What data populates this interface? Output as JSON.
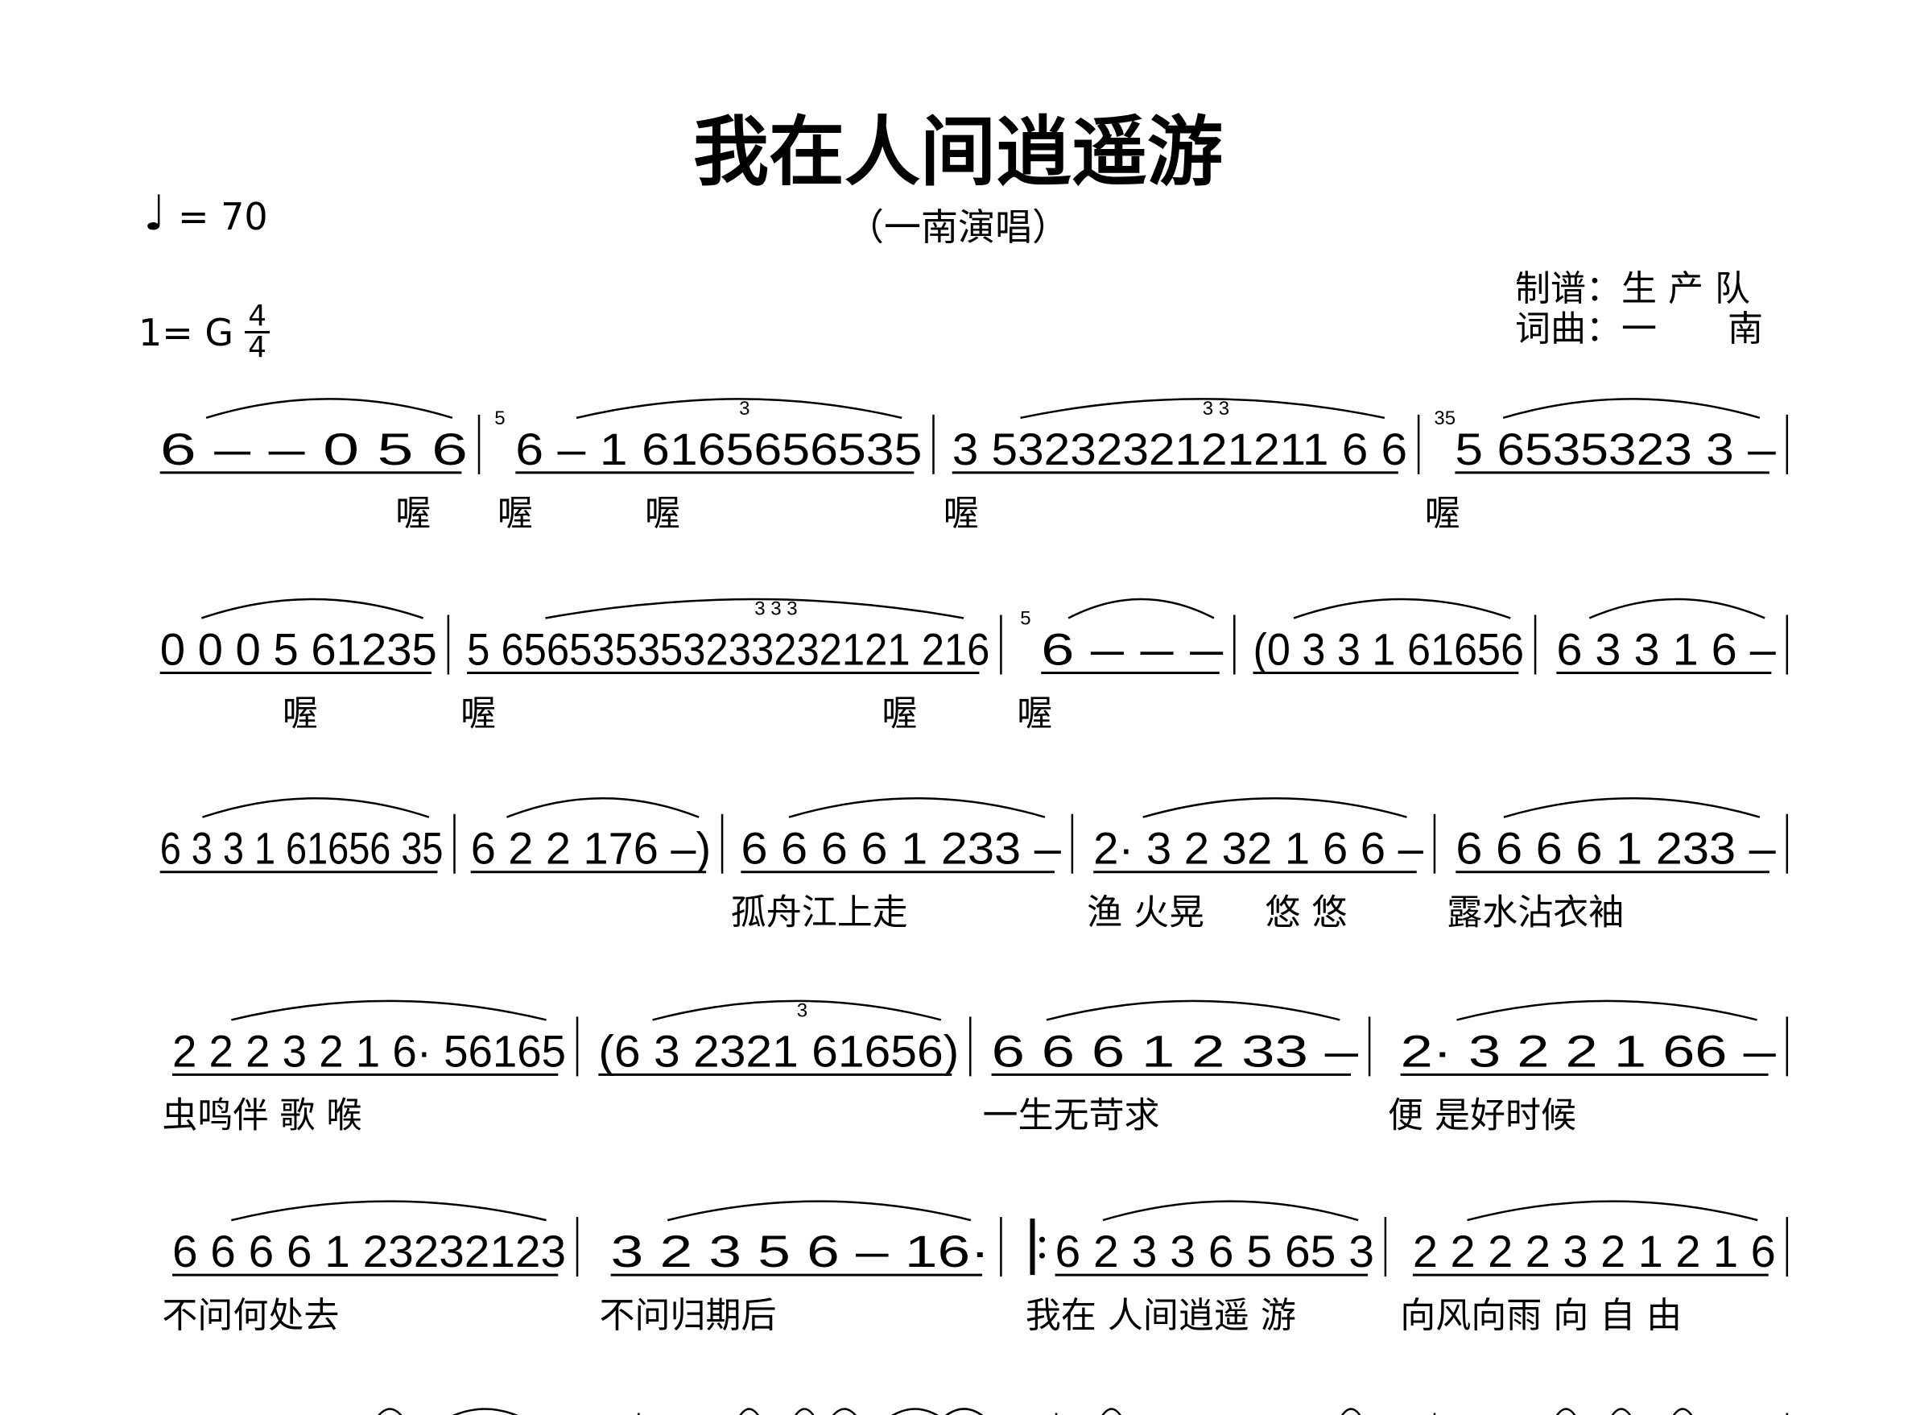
{
  "title": "我在人间逍遥游",
  "subtitle": "（一南演唱）",
  "tempo": {
    "symbol": "♩",
    "text": "= 70"
  },
  "key": {
    "text": "1= G",
    "time_top": "4",
    "time_bottom": "4"
  },
  "credits": {
    "arranger": "制谱：生 产 队",
    "composer": "词曲：一　　南"
  },
  "rows": [
    {
      "measures": [
        {
          "notes": "6 – – 0 5 6",
          "lyrics": [
            "喔"
          ]
        },
        {
          "grace": "5",
          "notes": "6 – 1 6165656535",
          "tuplet": "3",
          "lyrics": [
            "喔",
            "喔"
          ]
        },
        {
          "notes": "3 5323232121211 6 6",
          "tuplet": "3  3",
          "lyrics": [
            "喔"
          ]
        },
        {
          "grace": "35",
          "notes": "5 6535323 3 –",
          "lyrics": [
            "喔"
          ]
        }
      ]
    },
    {
      "measures": [
        {
          "notes": "0 0 0 5 61235",
          "lyrics": [
            "喔"
          ]
        },
        {
          "notes": "5 656535353233232121 216",
          "tuplet": "3  3  3",
          "lyrics": [
            "喔",
            "喔"
          ]
        },
        {
          "grace": "5",
          "notes": "6 – – –",
          "lyrics": [
            "喔"
          ]
        },
        {
          "notes": "(0 3 3 1 61656",
          "lyrics": []
        },
        {
          "notes": "6 3 3 1 6 –",
          "lyrics": []
        }
      ]
    },
    {
      "measures": [
        {
          "notes": "6 3 3 1 61656 35",
          "lyrics": []
        },
        {
          "notes": "6 2 2 176 –)",
          "lyrics": []
        },
        {
          "notes": "6 6 6 6 1 233 –",
          "lyrics": [
            "孤舟江上走"
          ]
        },
        {
          "notes": "2· 3 2 32 1 6 6 –",
          "lyrics": [
            "渔 火晃",
            "悠 悠"
          ]
        },
        {
          "notes": "6 6 6 6 1 233 –",
          "lyrics": [
            "露水沾衣袖"
          ]
        }
      ]
    },
    {
      "measures": [
        {
          "notes": "2 2 2 3 2 1 6· 56165",
          "lyrics": [
            "虫鸣伴 歌 喉"
          ]
        },
        {
          "notes": "(6 3 2321 61656)",
          "tuplet": "3",
          "lyrics": []
        },
        {
          "notes": "6 6 6 1 2 33 –",
          "lyrics": [
            "一生无苛求"
          ]
        },
        {
          "notes": "2· 3 2 2 1 66 –",
          "lyrics": [
            "便 是好时候"
          ]
        }
      ]
    },
    {
      "measures": [
        {
          "notes": "6 6 6 6 1 23232123",
          "lyrics": [
            "不问何处去"
          ]
        },
        {
          "notes": "3 2 3 5 6 – 16·",
          "lyrics": [
            "不问归期后"
          ]
        },
        {
          "notes": "6 2 3 3 6 5 65 3",
          "repeat_start": true,
          "lyrics": [
            "我在 人间逍遥 游"
          ]
        },
        {
          "notes": "2 2 2 2 3 2 1 2 1 6",
          "lyrics": [
            "向风向雨 向 自 由"
          ]
        }
      ]
    }
  ]
}
